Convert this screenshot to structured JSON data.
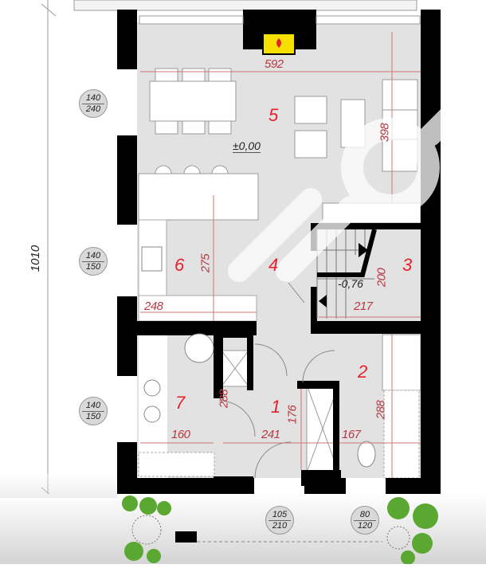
{
  "plan": {
    "overall_dimension": "1010",
    "level_main": "±0,00",
    "level_stairs": "-0,76",
    "colors": {
      "wall": "#000000",
      "floor": "#e2e2e2",
      "dimension_text": "#b43a44",
      "room_number": "#e8202a",
      "fireplace": "#f5e000",
      "plants": "#5aa832"
    }
  },
  "rooms": [
    {
      "number": "1",
      "width": "241",
      "depth": "176"
    },
    {
      "number": "2",
      "width": "167",
      "depth": "288"
    },
    {
      "number": "3",
      "width": "217",
      "depth": "200"
    },
    {
      "number": "4",
      "depth": "275"
    },
    {
      "number": "5",
      "width": "592",
      "depth": "398"
    },
    {
      "number": "6",
      "width": "248",
      "depth": "275"
    },
    {
      "number": "7",
      "width": "160",
      "depth": "288"
    }
  ],
  "windows": [
    {
      "width": "140",
      "height": "240"
    },
    {
      "width": "140",
      "height": "150"
    },
    {
      "width": "140",
      "height": "150"
    },
    {
      "width": "105",
      "height": "210"
    },
    {
      "width": "80",
      "height": "120"
    }
  ],
  "icons": [
    "fireplace-icon",
    "staircase-arrow-icon",
    "plant-icon",
    "watermark-logo"
  ]
}
